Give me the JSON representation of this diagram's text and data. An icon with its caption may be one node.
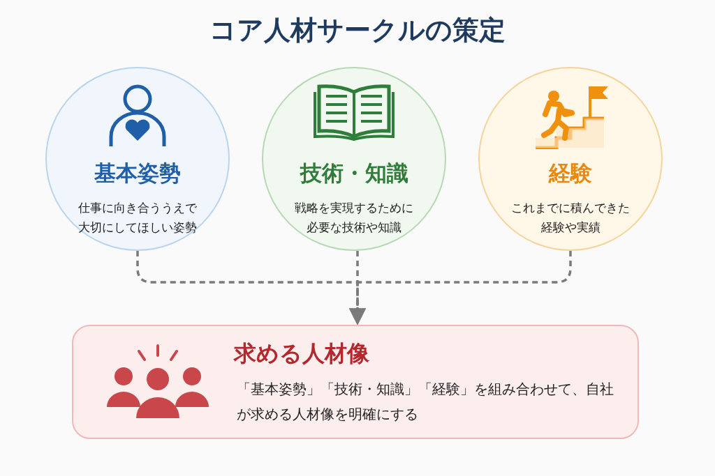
{
  "diagram": {
    "title": "コア人材サークルの策定",
    "nodes": [
      {
        "text": [
          "基本姿勢",
          "仕事に向き合ううえで大切にしてほしい姿勢"
        ]
      },
      {
        "text": [
          "技術・知識",
          "戦略を実現するために必要な技術や知識"
        ]
      },
      {
        "text": [
          "経験",
          "これまでに積んできた経験や実績"
        ]
      },
      {
        "text": [
          "求める人材像",
          "「基本姿勢」「技術・知識」「経験」を組み合わせて、自社が求める人材像を明確にする"
        ]
      }
    ],
    "edges": [
      {
        "from": 0,
        "to": 3,
        "arrow": "to",
        "style": "dashed"
      },
      {
        "from": 1,
        "to": 3,
        "arrow": "to",
        "style": "dashed"
      },
      {
        "from": 2,
        "to": 3,
        "arrow": "to",
        "style": "dashed"
      }
    ]
  }
}
